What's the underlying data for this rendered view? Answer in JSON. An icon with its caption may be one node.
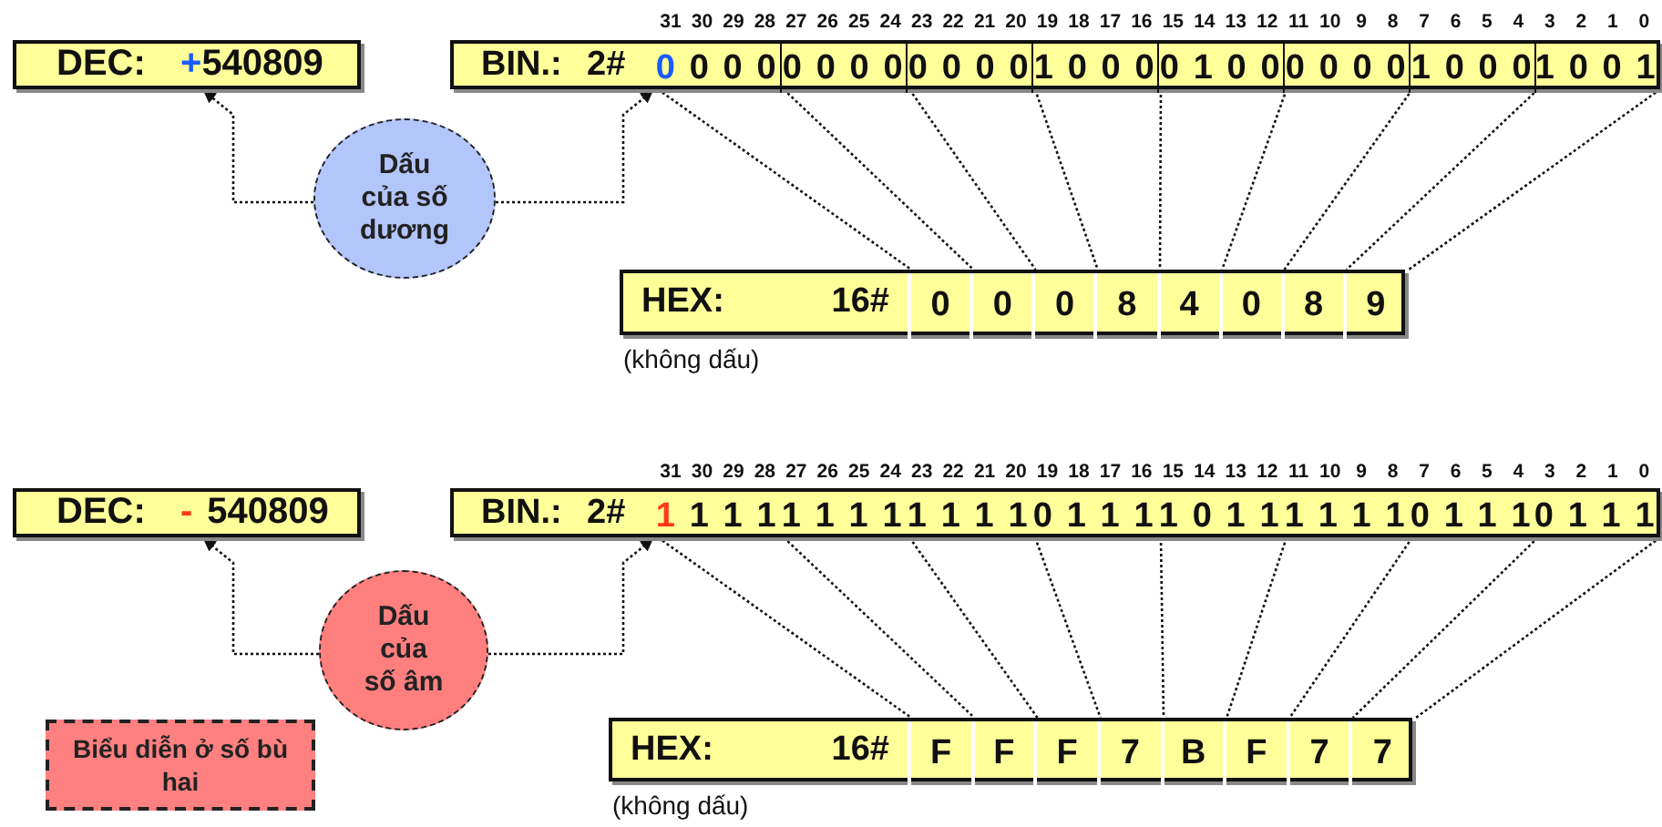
{
  "diagram": {
    "nodes": [
      {
        "text": [
          "DEC:",
          "+",
          "540809"
        ]
      },
      {
        "text": [
          "BIN.:",
          "2#"
        ]
      },
      {
        "text": [
          "0",
          "0 0 0"
        ],
        "in": 1
      },
      {
        "text": [
          "0 0 0 0"
        ],
        "in": 1
      },
      {
        "text": [
          "0 0 0 0"
        ],
        "in": 1
      },
      {
        "text": [
          "1 0 0 0"
        ],
        "in": 1
      },
      {
        "text": [
          "0 1 0 0"
        ],
        "in": 1
      },
      {
        "text": [
          "0 0 0 0"
        ],
        "in": 1
      },
      {
        "text": [
          "1 0 0 0"
        ],
        "in": 1
      },
      {
        "text": [
          "1 0 0 1"
        ],
        "in": 1
      },
      {
        "text": [
          "Dấu của số dương"
        ]
      },
      {
        "text": [
          "HEX:",
          "16#"
        ],
        "beside": [
          "(không dấu)"
        ]
      },
      {
        "text": [
          "0"
        ],
        "in": 11
      },
      {
        "text": [
          "0"
        ],
        "in": 11
      },
      {
        "text": [
          "0"
        ],
        "in": 11
      },
      {
        "text": [
          "8"
        ],
        "in": 11
      },
      {
        "text": [
          "4"
        ],
        "in": 11
      },
      {
        "text": [
          "0"
        ],
        "in": 11
      },
      {
        "text": [
          "8"
        ],
        "in": 11
      },
      {
        "text": [
          "9"
        ],
        "in": 11
      },
      {
        "text": [
          "DEC:",
          "-",
          "540809"
        ]
      },
      {
        "text": [
          "BIN.:",
          "2#"
        ]
      },
      {
        "text": [
          "1",
          "1 1 1"
        ],
        "in": 21
      },
      {
        "text": [
          "1 1 1 1"
        ],
        "in": 21
      },
      {
        "text": [
          "1 1 1 1"
        ],
        "in": 21
      },
      {
        "text": [
          "0 1 1 1"
        ],
        "in": 21
      },
      {
        "text": [
          "1 0 1 1"
        ],
        "in": 21
      },
      {
        "text": [
          "1 1 1 1"
        ],
        "in": 21
      },
      {
        "text": [
          "0 1 1 1"
        ],
        "in": 21
      },
      {
        "text": [
          "0 1 1 1"
        ],
        "in": 21
      },
      {
        "text": [
          "Dấu của số âm"
        ]
      },
      {
        "text": [
          "HEX:",
          "16#"
        ],
        "beside": [
          "(không dấu)"
        ]
      },
      {
        "text": [
          "F"
        ],
        "in": 31
      },
      {
        "text": [
          "F"
        ],
        "in": 31
      },
      {
        "text": [
          "F"
        ],
        "in": 31
      },
      {
        "text": [
          "7"
        ],
        "in": 31
      },
      {
        "text": [
          "B"
        ],
        "in": 31
      },
      {
        "text": [
          "F"
        ],
        "in": 31
      },
      {
        "text": [
          "7"
        ],
        "in": 31
      },
      {
        "text": [
          "7"
        ],
        "in": 31
      },
      {
        "text": [
          "Biểu diễn ở số bù hai"
        ]
      }
    ],
    "edges": [
      {
        "from": 10,
        "to": 0,
        "arrow": "to",
        "style": "dashed"
      },
      {
        "from": 10,
        "to": 2,
        "arrow": "to",
        "style": "dashed"
      },
      {
        "from": 2,
        "to": 12,
        "arrow": "none",
        "style": "dashed"
      },
      {
        "from": 3,
        "to": 13,
        "arrow": "none",
        "style": "dashed"
      },
      {
        "from": 4,
        "to": 14,
        "arrow": "none",
        "style": "dashed"
      },
      {
        "from": 5,
        "to": 15,
        "arrow": "none",
        "style": "dashed"
      },
      {
        "from": 6,
        "to": 16,
        "arrow": "none",
        "style": "dashed"
      },
      {
        "from": 7,
        "to": 17,
        "arrow": "none",
        "style": "dashed"
      },
      {
        "from": 8,
        "to": 18,
        "arrow": "none",
        "style": "dashed"
      },
      {
        "from": 9,
        "to": 19,
        "arrow": "none",
        "style": "dashed"
      },
      {
        "from": 9,
        "to": 19,
        "arrow": "none",
        "style": "dashed"
      },
      {
        "from": 30,
        "to": 20,
        "arrow": "to",
        "style": "dashed"
      },
      {
        "from": 30,
        "to": 22,
        "arrow": "to",
        "style": "dashed"
      },
      {
        "from": 22,
        "to": 32,
        "arrow": "none",
        "style": "dashed"
      },
      {
        "from": 23,
        "to": 33,
        "arrow": "none",
        "style": "dashed"
      },
      {
        "from": 24,
        "to": 34,
        "arrow": "none",
        "style": "dashed"
      },
      {
        "from": 25,
        "to": 35,
        "arrow": "none",
        "style": "dashed"
      },
      {
        "from": 26,
        "to": 36,
        "arrow": "none",
        "style": "dashed"
      },
      {
        "from": 27,
        "to": 37,
        "arrow": "none",
        "style": "dashed"
      },
      {
        "from": 28,
        "to": 38,
        "arrow": "none",
        "style": "dashed"
      },
      {
        "from": 29,
        "to": 39,
        "arrow": "none",
        "style": "dashed"
      },
      {
        "from": 29,
        "to": 39,
        "arrow": "none",
        "style": "dashed"
      }
    ],
    "labels": [
      "31",
      "30",
      "29",
      "28",
      "27",
      "26",
      "25",
      "24",
      "23",
      "22",
      "21",
      "20",
      "19",
      "18",
      "17",
      "16",
      "15",
      "14",
      "13",
      "12",
      "11",
      "10",
      "9",
      "8",
      "7",
      "6",
      "5",
      "4",
      "3",
      "2",
      "1",
      "0",
      "31",
      "30",
      "29",
      "28",
      "27",
      "26",
      "25",
      "24",
      "23",
      "22",
      "21",
      "20",
      "19",
      "18",
      "17",
      "16",
      "15",
      "14",
      "13",
      "12",
      "11",
      "10",
      "9",
      "8",
      "7",
      "6",
      "5",
      "4",
      "3",
      "2",
      "1",
      "0"
    ]
  }
}
